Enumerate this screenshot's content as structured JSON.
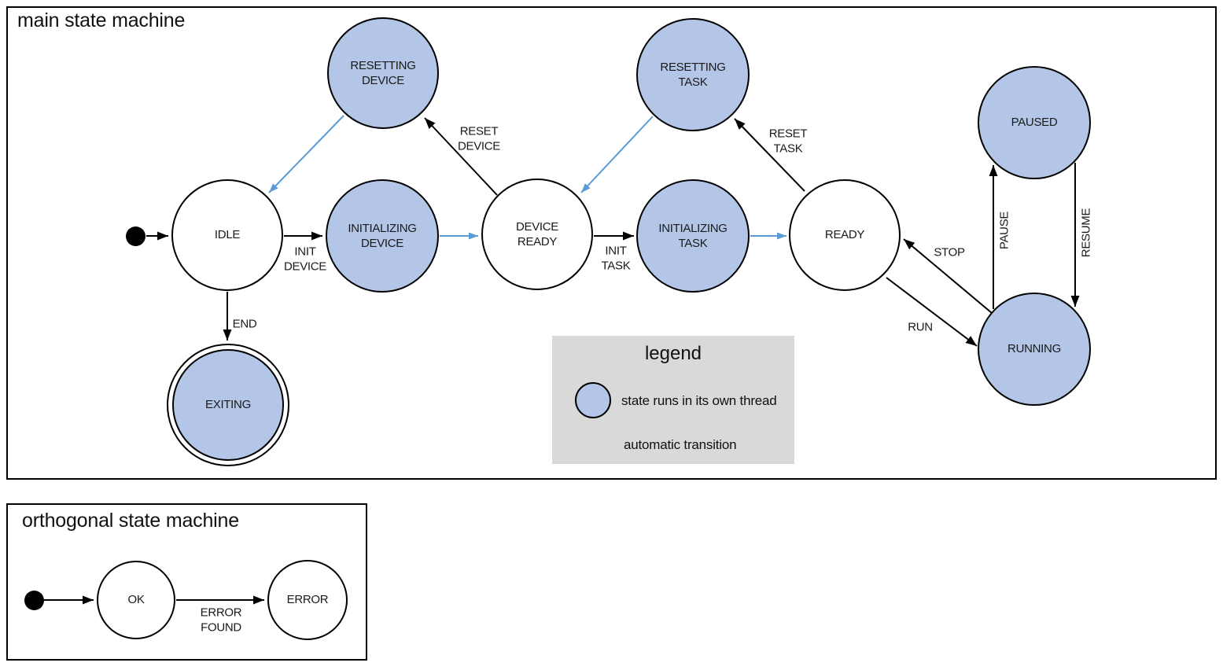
{
  "colors": {
    "threaded_state_fill": "#b3c6e7",
    "automatic_transition": "#5b9bd5",
    "legend_background": "#d9d9d9",
    "line": "#000000"
  },
  "main": {
    "title": "main state machine",
    "states": {
      "idle": {
        "label": "IDLE",
        "threaded": false
      },
      "resetting_device": {
        "label": "RESETTING\nDEVICE",
        "threaded": true
      },
      "initializing_device": {
        "label": "INITIALIZING\nDEVICE",
        "threaded": true
      },
      "device_ready": {
        "label": "DEVICE\nREADY",
        "threaded": false
      },
      "resetting_task": {
        "label": "RESETTING\nTASK",
        "threaded": true
      },
      "initializing_task": {
        "label": "INITIALIZING\nTASK",
        "threaded": true
      },
      "ready": {
        "label": "READY",
        "threaded": false
      },
      "paused": {
        "label": "PAUSED",
        "threaded": true
      },
      "running": {
        "label": "RUNNING",
        "threaded": true
      },
      "exiting": {
        "label": "EXITING",
        "threaded": true,
        "final": true
      }
    },
    "transitions": {
      "init_device": {
        "label": "INIT\nDEVICE"
      },
      "reset_device": {
        "label": "RESET\nDEVICE"
      },
      "init_task": {
        "label": "INIT\nTASK"
      },
      "reset_task": {
        "label": "RESET\nTASK"
      },
      "end": {
        "label": "END"
      },
      "run": {
        "label": "RUN"
      },
      "stop": {
        "label": "STOP"
      },
      "pause": {
        "label": "PAUSE"
      },
      "resume": {
        "label": "RESUME"
      }
    }
  },
  "legend": {
    "title": "legend",
    "threaded_item": "state runs in its own thread",
    "automatic_item": "automatic transition"
  },
  "orthogonal": {
    "title": "orthogonal state machine",
    "states": {
      "ok": {
        "label": "OK"
      },
      "error": {
        "label": "ERROR"
      }
    },
    "transitions": {
      "error_found": {
        "label": "ERROR\nFOUND"
      }
    }
  }
}
